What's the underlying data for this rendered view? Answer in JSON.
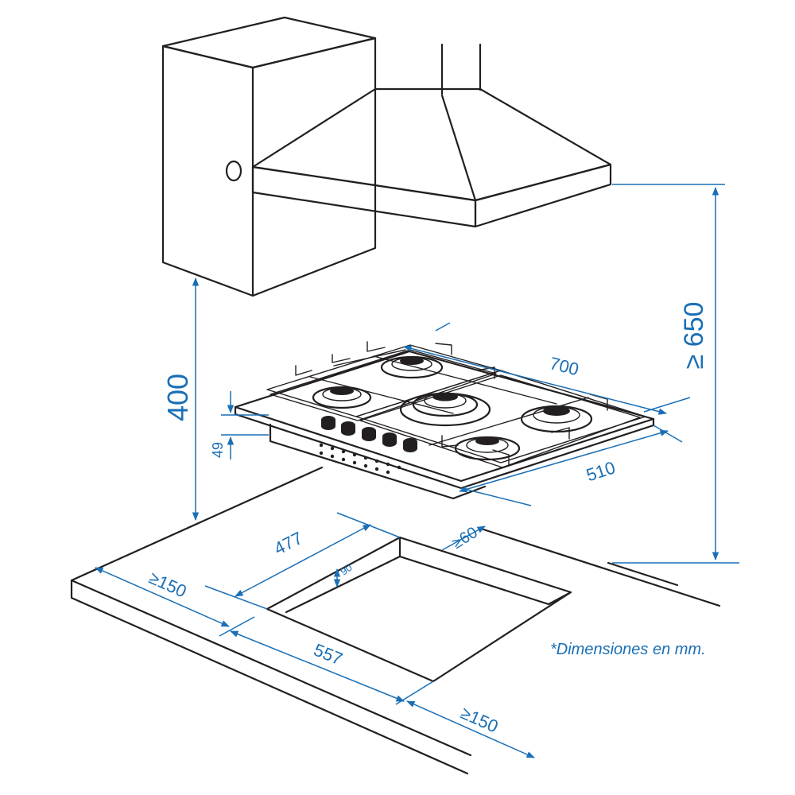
{
  "diagram": {
    "dimension_color": "#1a6fb5",
    "line_color": "#231f20",
    "dimensions": {
      "hood_to_counter": "≥ 650",
      "cabinet_to_counter": "400",
      "hob_width": "700",
      "hob_depth": "510",
      "hob_height": "49",
      "cutout_depth": "477",
      "cutout_width": "557",
      "back_clearance": "≥60",
      "side_clearance_left": "≥150",
      "side_clearance_right": "≥150",
      "front_clearance": "90"
    },
    "note": "*Dimensiones en mm."
  }
}
